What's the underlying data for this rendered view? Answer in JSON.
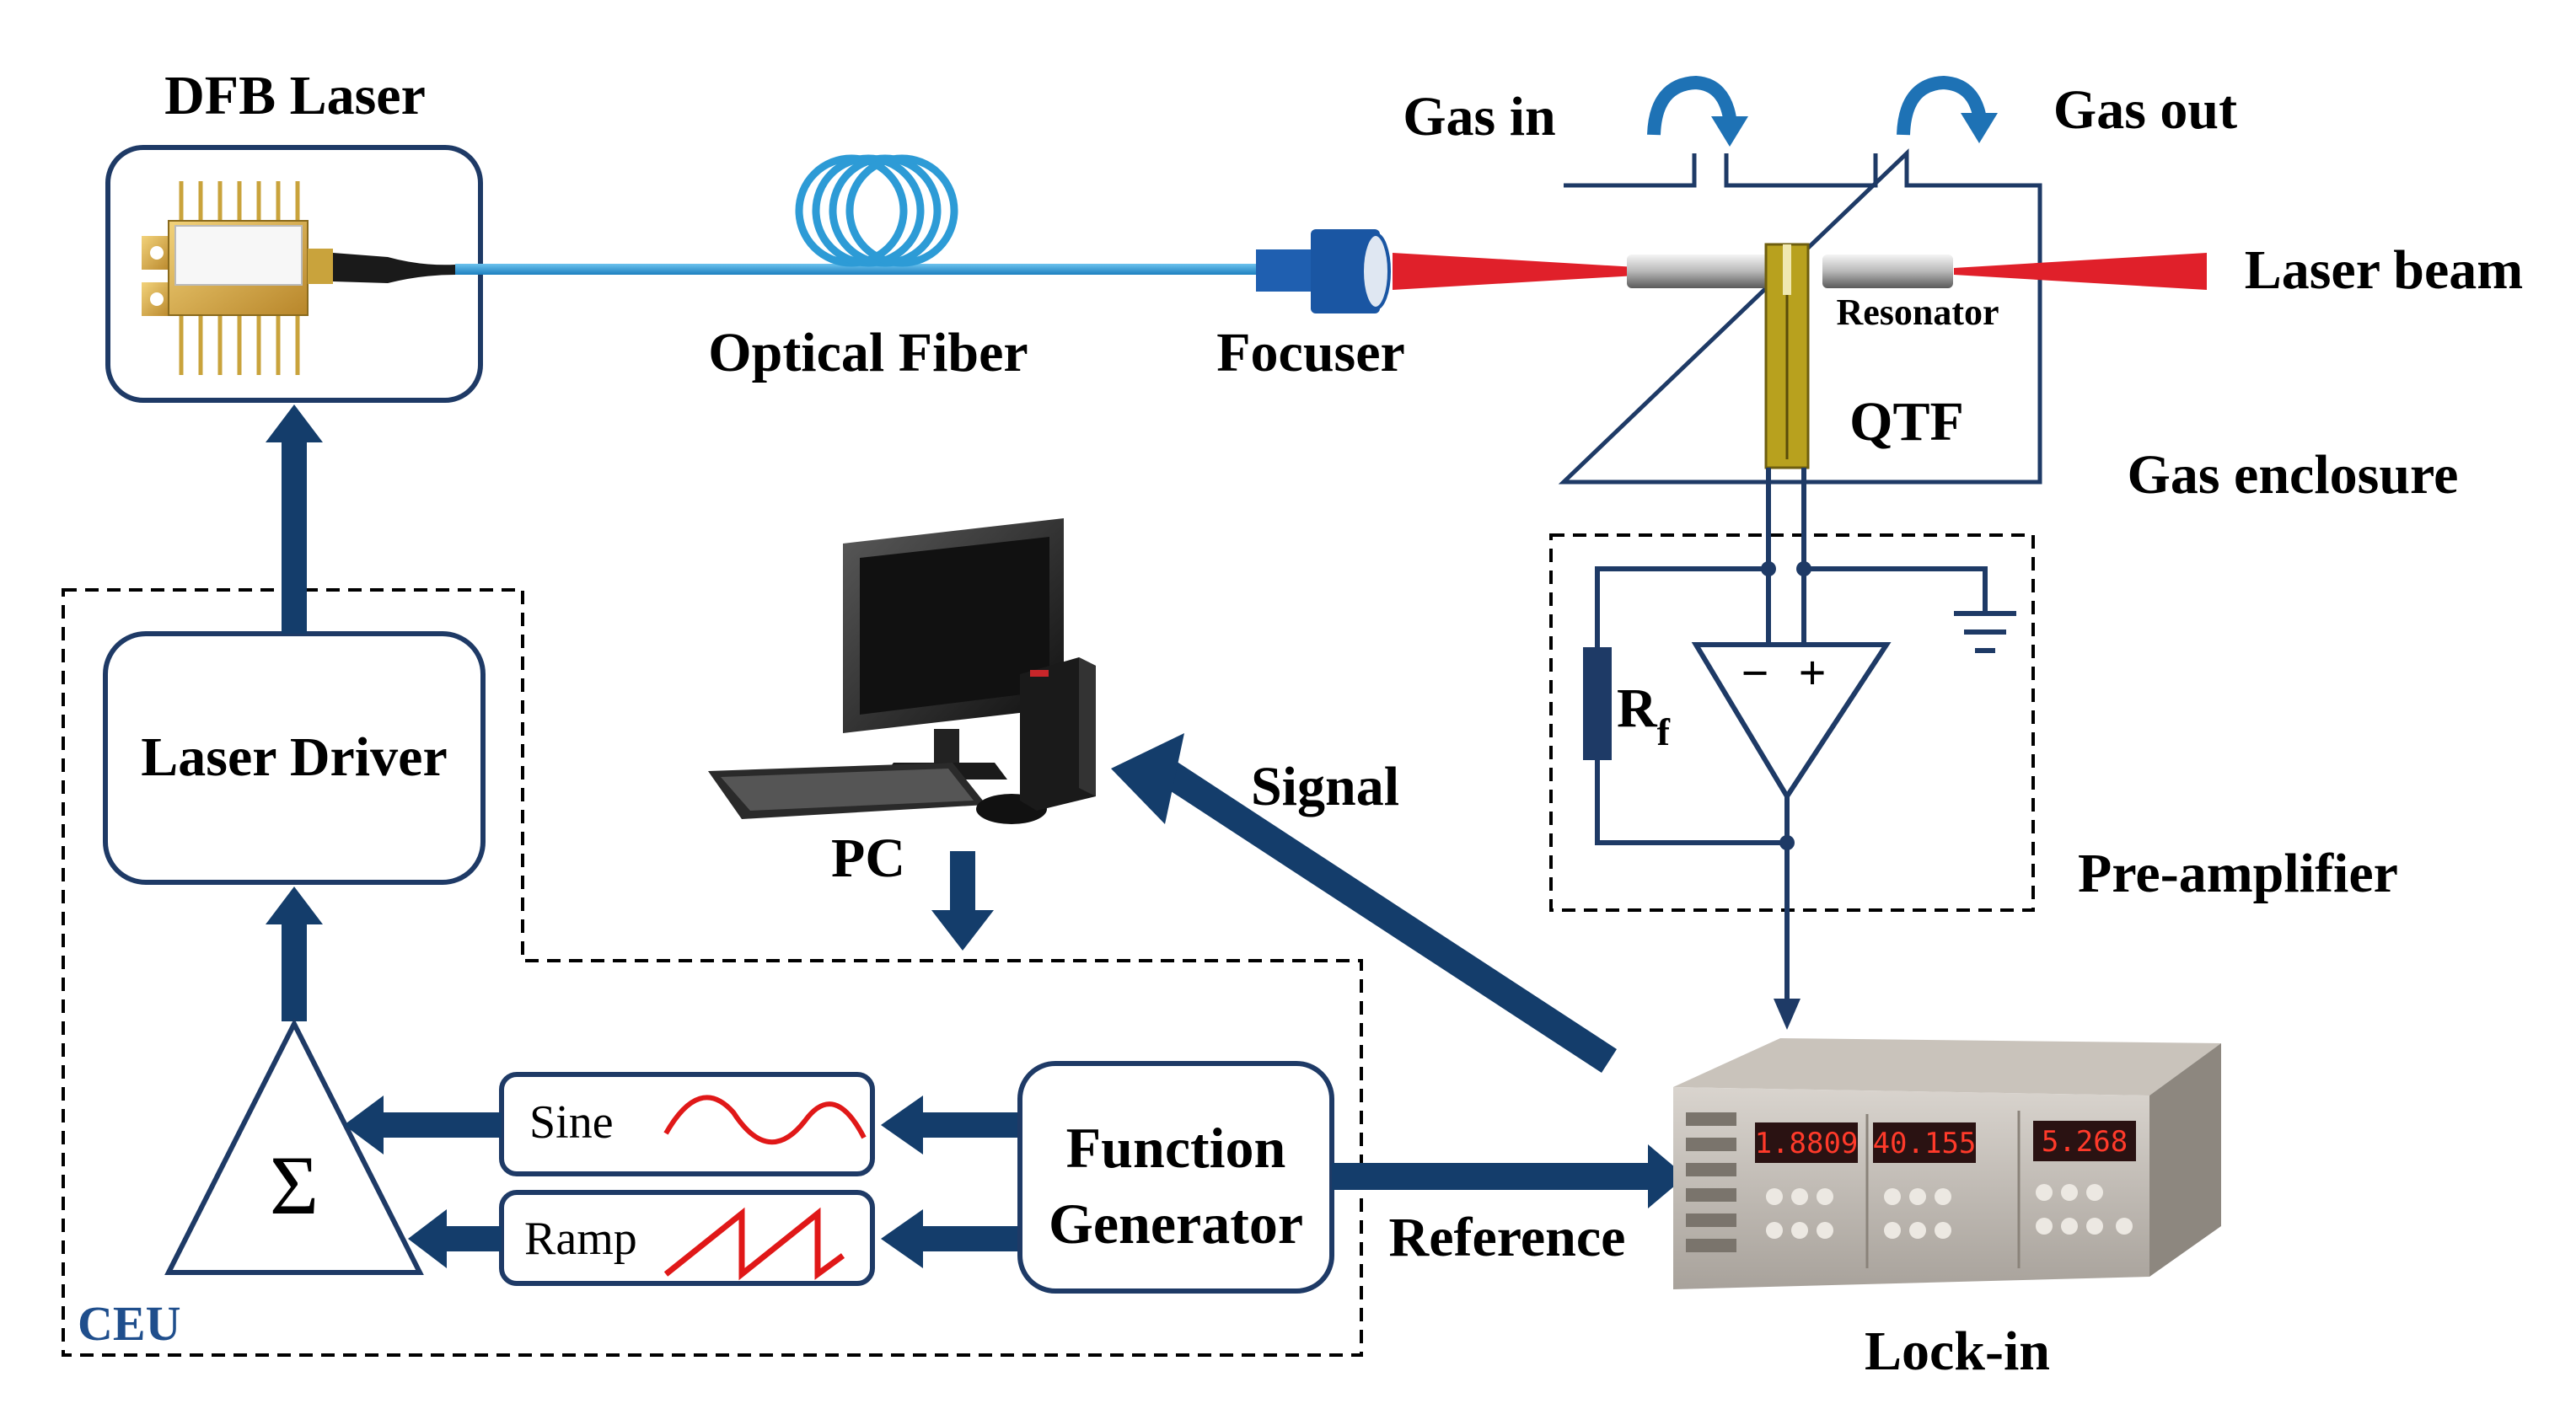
{
  "labels": {
    "dfb_laser": "DFB Laser",
    "optical_fiber": "Optical Fiber",
    "focuser": "Focuser",
    "gas_in": "Gas in",
    "gas_out": "Gas out",
    "laser_beam": "Laser beam",
    "resonator": "Resonator",
    "qtf": "QTF",
    "gas_enclosure": "Gas enclosure",
    "rf_main": "R",
    "rf_sub": "f",
    "minus": "−",
    "plus": "+",
    "pre_amplifier": "Pre-amplifier",
    "pc": "PC",
    "signal": "Signal",
    "laser_driver": "Laser Driver",
    "sigma": "Σ",
    "sine": "Sine",
    "ramp": "Ramp",
    "function_line1": "Function",
    "function_line2": "Generator",
    "reference": "Reference",
    "lock_in": "Lock-in",
    "ceu": "CEU",
    "display_1": "1.8809",
    "display_2": "40.155",
    "display_3": "5.268"
  },
  "colors": {
    "arrow_navy": "#143d6b",
    "box_stroke": "#1e3a66",
    "fiber_blue": "#2d9bd6",
    "beam_red": "#e0202a",
    "waveform_red": "#e01818",
    "qtf_gold": "#b8a11e",
    "ceu_blue": "#1f4e8c"
  },
  "icons": [
    "dfb-laser-chip-icon",
    "fiber-coil-icon",
    "focuser-lens-icon",
    "gas-in-arrow-icon",
    "gas-out-arrow-icon",
    "ground-icon",
    "desktop-pc-icon",
    "lock-in-amplifier-icon"
  ]
}
